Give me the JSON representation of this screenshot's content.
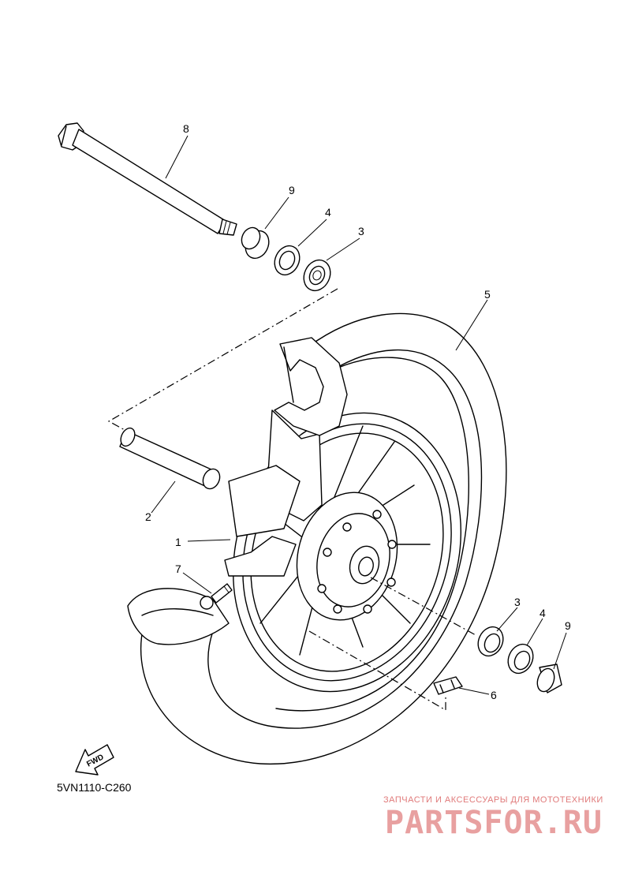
{
  "diagram": {
    "part_code": "5VN1110-C260",
    "fwd_label": "FWD",
    "callouts": [
      {
        "id": "c8",
        "label": "8"
      },
      {
        "id": "c9a",
        "label": "9"
      },
      {
        "id": "c4a",
        "label": "4"
      },
      {
        "id": "c3a",
        "label": "3"
      },
      {
        "id": "c5",
        "label": "5"
      },
      {
        "id": "c2",
        "label": "2"
      },
      {
        "id": "c1",
        "label": "1"
      },
      {
        "id": "c7",
        "label": "7"
      },
      {
        "id": "c3b",
        "label": "3"
      },
      {
        "id": "c4b",
        "label": "4"
      },
      {
        "id": "c9b",
        "label": "9"
      },
      {
        "id": "c6",
        "label": "6"
      }
    ]
  },
  "watermark": {
    "subtitle": "ЗАПЧАСТИ И АКСЕССУАРЫ ДЛЯ МОТОТЕХНИКИ",
    "brand": "PARTSFOR.RU"
  }
}
